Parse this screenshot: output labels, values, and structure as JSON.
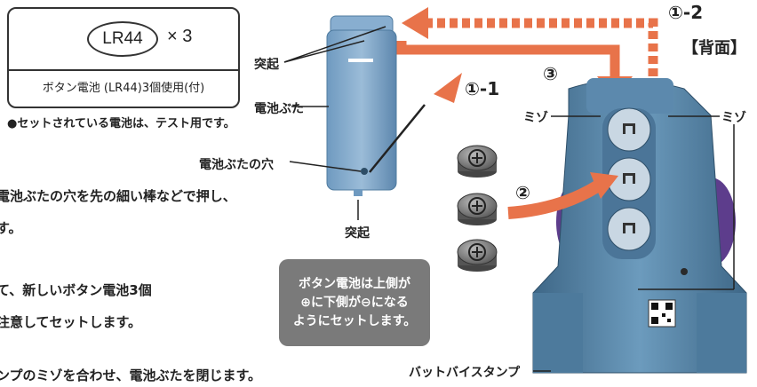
{
  "battery_box": {
    "model": "LR44",
    "multiplier": "× 3",
    "usage": "ボタン電池 (LR44)3個使用(付)"
  },
  "note": "●セットされている電池は、テスト用です。",
  "instructions": {
    "line1": "電池ぶたの穴を先の細い棒などで押し、",
    "line2": "す。",
    "line3": "て、新しいボタン電池3個",
    "line4": "注意してセットします。",
    "line5": "ンプのミゾを合わせ、電池ぶたを閉じます。"
  },
  "cover_labels": {
    "protrusion_top": "突起",
    "cover": "電池ぶた",
    "cover_hole": "電池ぶたの穴",
    "protrusion_bottom": "突起"
  },
  "warning": {
    "line1": "ボタン電池は上側が",
    "line2": "⊕に下側が⊖になる",
    "line3": "ようにセットします。"
  },
  "steps": {
    "s1_1": "①-1",
    "s1_2": "①-2",
    "s2": "②",
    "s3": "③"
  },
  "back_label": "【背面】",
  "groove_left": "ミゾ",
  "groove_right": "ミゾ",
  "product_label": "バットバイスタンプ",
  "colors": {
    "arrow_orange": "#e8734a",
    "device_blue": "#5f8eb0",
    "device_dark": "#3c6483",
    "warning_gray": "#7a7a7a",
    "purple_accent": "#5d3d8c"
  }
}
